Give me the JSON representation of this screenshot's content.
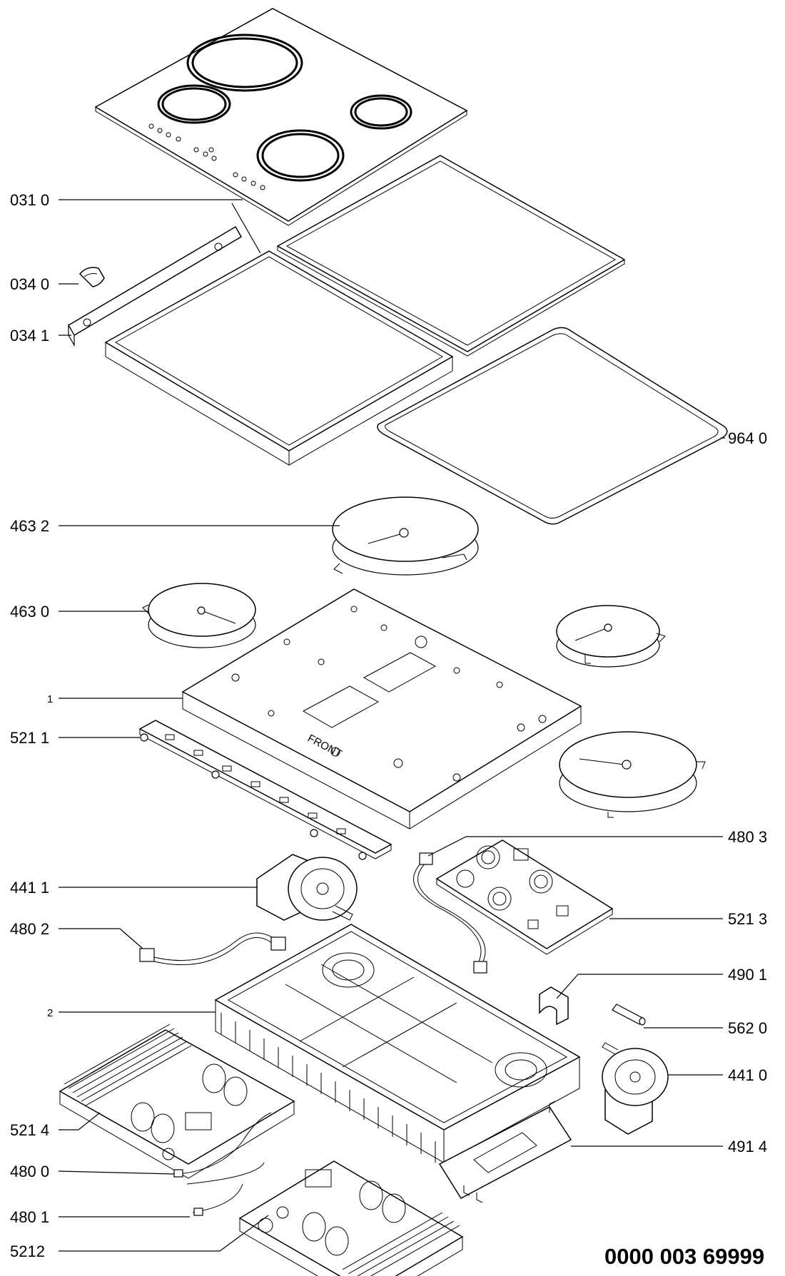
{
  "labels": {
    "p0310": "031 0",
    "p0340": "034 0",
    "p0341": "034 1",
    "p9640": "964 0",
    "p4632": "463 2",
    "p4630": "463 0",
    "p1": "1",
    "p5211": "521 1",
    "p4803": "480 3",
    "p4411": "441 1",
    "p4802": "480 2",
    "p5213": "521 3",
    "p4901": "490 1",
    "p2": "2",
    "p5620": "562 0",
    "p4410": "441 0",
    "p5214": "521 4",
    "p4914": "491 4",
    "p4800": "480 0",
    "p4801": "480 1",
    "p5212": "5212"
  },
  "front_mark": "FRONT",
  "document_number": "0000 003 69999"
}
